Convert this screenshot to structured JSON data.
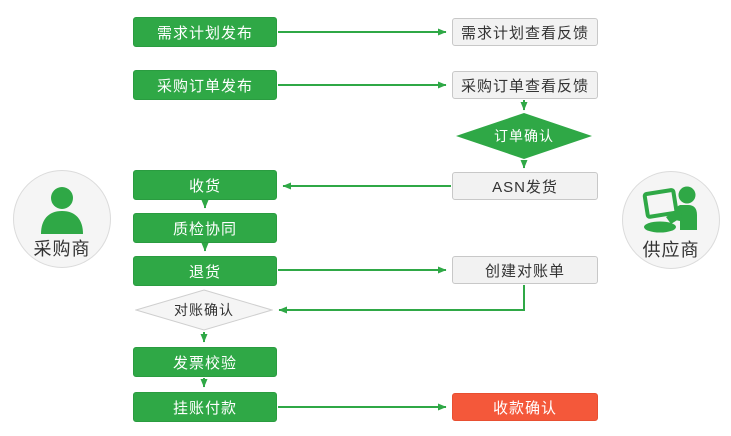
{
  "flow": {
    "actors": {
      "buyer": "采购商",
      "supplier": "供应商"
    },
    "nodes": {
      "demand_plan_publish": "需求计划发布",
      "demand_plan_feedback": "需求计划查看反馈",
      "po_publish": "采购订单发布",
      "po_feedback": "采购订单查看反馈",
      "order_confirm": "订单确认",
      "asn_ship": "ASN发货",
      "receive": "收货",
      "quality_collab": "质检协同",
      "return_goods": "退货",
      "create_statement": "创建对账单",
      "statement_confirm": "对账确认",
      "invoice_check": "发票校验",
      "payment": "挂账付款",
      "receipt_confirm": "收款确认"
    },
    "edges": [
      {
        "from": "demand_plan_publish",
        "to": "demand_plan_feedback"
      },
      {
        "from": "po_publish",
        "to": "po_feedback"
      },
      {
        "from": "po_feedback",
        "to": "order_confirm"
      },
      {
        "from": "order_confirm",
        "to": "asn_ship"
      },
      {
        "from": "asn_ship",
        "to": "receive"
      },
      {
        "from": "receive",
        "to": "quality_collab"
      },
      {
        "from": "quality_collab",
        "to": "return_goods"
      },
      {
        "from": "return_goods",
        "to": "create_statement"
      },
      {
        "from": "create_statement",
        "to": "statement_confirm"
      },
      {
        "from": "statement_confirm",
        "to": "invoice_check"
      },
      {
        "from": "invoice_check",
        "to": "payment"
      },
      {
        "from": "payment",
        "to": "receipt_confirm"
      }
    ],
    "colors": {
      "green": "#2fa846",
      "red": "#f4583a",
      "gray_fill": "#f2f2f2",
      "gray_border": "#c8c8c8"
    }
  }
}
